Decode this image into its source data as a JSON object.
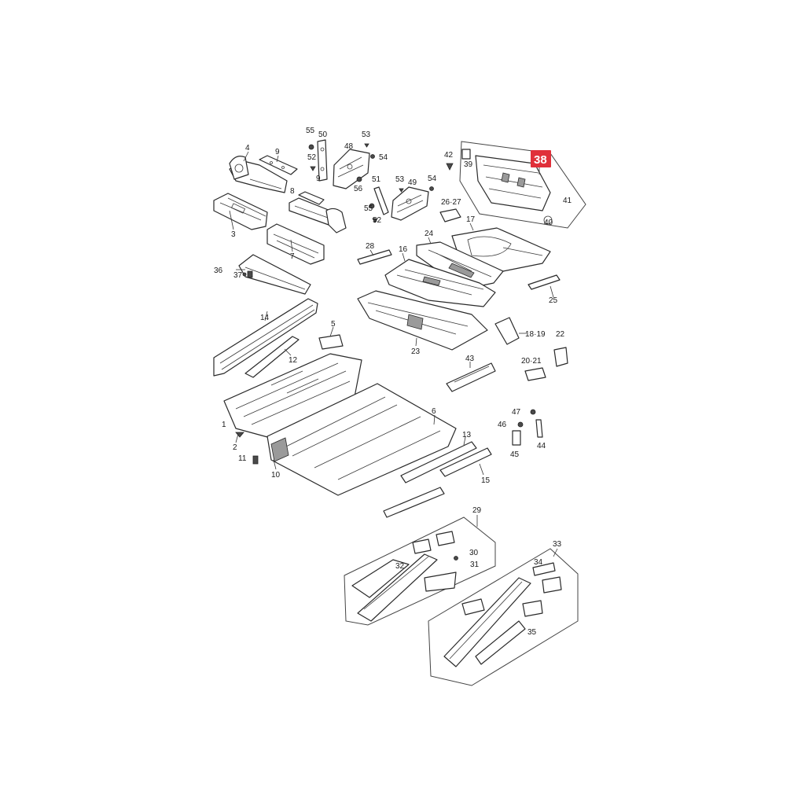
{
  "callouts": [
    {
      "id": "c55a",
      "text": "55"
    },
    {
      "id": "c50",
      "text": "50"
    },
    {
      "id": "c53a",
      "text": "53"
    },
    {
      "id": "c48",
      "text": "48"
    },
    {
      "id": "c54a",
      "text": "54"
    },
    {
      "id": "c52a",
      "text": "52"
    },
    {
      "id": "c4",
      "text": "4"
    },
    {
      "id": "c9a",
      "text": "9"
    },
    {
      "id": "c9b",
      "text": "9"
    },
    {
      "id": "c8",
      "text": "8"
    },
    {
      "id": "c56",
      "text": "56"
    },
    {
      "id": "c51",
      "text": "51"
    },
    {
      "id": "c53b",
      "text": "53"
    },
    {
      "id": "c49",
      "text": "49"
    },
    {
      "id": "c54b",
      "text": "54"
    },
    {
      "id": "c55b",
      "text": "55"
    },
    {
      "id": "c52b",
      "text": "52"
    },
    {
      "id": "c42",
      "text": "42"
    },
    {
      "id": "c39",
      "text": "39"
    },
    {
      "id": "c41",
      "text": "41"
    },
    {
      "id": "c40",
      "text": "40"
    },
    {
      "id": "c2627",
      "text": "26·27"
    },
    {
      "id": "c17",
      "text": "17"
    },
    {
      "id": "c3",
      "text": "3"
    },
    {
      "id": "c7",
      "text": "7"
    },
    {
      "id": "c28",
      "text": "28"
    },
    {
      "id": "c24",
      "text": "24"
    },
    {
      "id": "c16",
      "text": "16"
    },
    {
      "id": "c36",
      "text": "36"
    },
    {
      "id": "c37",
      "text": "37"
    },
    {
      "id": "c25",
      "text": "25"
    },
    {
      "id": "c14",
      "text": "14"
    },
    {
      "id": "c5",
      "text": "5"
    },
    {
      "id": "c1819",
      "text": "18·19"
    },
    {
      "id": "c22",
      "text": "22"
    },
    {
      "id": "c23",
      "text": "23"
    },
    {
      "id": "c12",
      "text": "12"
    },
    {
      "id": "c43",
      "text": "43"
    },
    {
      "id": "c2021",
      "text": "20·21"
    },
    {
      "id": "c47",
      "text": "47"
    },
    {
      "id": "c6",
      "text": "6"
    },
    {
      "id": "c46",
      "text": "46"
    },
    {
      "id": "c1",
      "text": "1"
    },
    {
      "id": "c2",
      "text": "2"
    },
    {
      "id": "c13",
      "text": "13"
    },
    {
      "id": "c44",
      "text": "44"
    },
    {
      "id": "c45",
      "text": "45"
    },
    {
      "id": "c11",
      "text": "11"
    },
    {
      "id": "c10",
      "text": "10"
    },
    {
      "id": "c15",
      "text": "15"
    },
    {
      "id": "c29",
      "text": "29"
    },
    {
      "id": "c33",
      "text": "33"
    },
    {
      "id": "c32",
      "text": "32"
    },
    {
      "id": "c30",
      "text": "30"
    },
    {
      "id": "c31",
      "text": "31"
    },
    {
      "id": "c34",
      "text": "34"
    },
    {
      "id": "c35",
      "text": "35"
    }
  ],
  "highlight": {
    "text": "38",
    "color": "#e0303a"
  }
}
